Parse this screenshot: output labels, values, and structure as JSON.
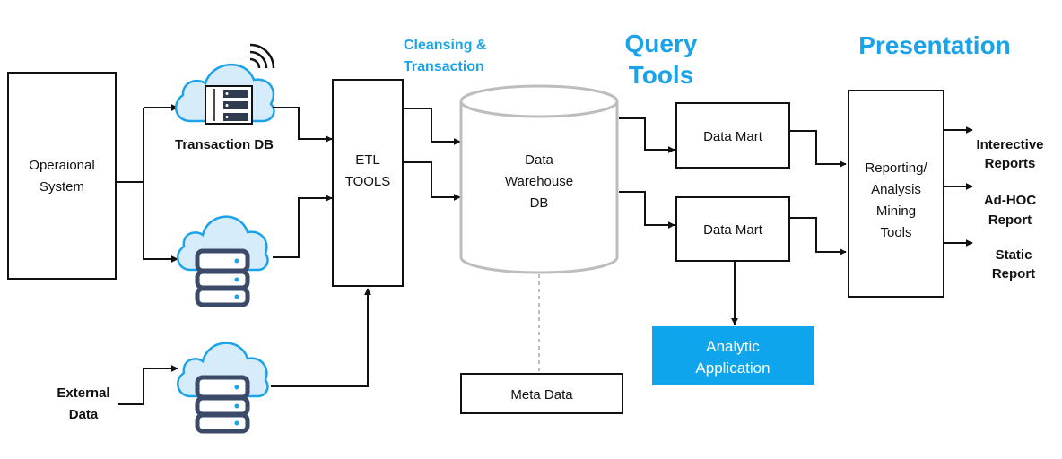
{
  "headers": {
    "cleansing_line1": "Cleansing &",
    "cleansing_line2": "Transaction",
    "query_line1": "Query",
    "query_line2": "Tools",
    "presentation": "Presentation"
  },
  "nodes": {
    "operational_line1": "Operaional",
    "operational_line2": "System",
    "transaction_db": "Transaction DB",
    "external_line1": "External",
    "external_line2": "Data",
    "etl_line1": "ETL",
    "etl_line2": "TOOLS",
    "dw_line1": "Data",
    "dw_line2": "Warehouse",
    "dw_line3": "DB",
    "meta_data": "Meta Data",
    "data_mart_1": "Data Mart",
    "data_mart_2": "Data Mart",
    "analytic_line1": "Analytic",
    "analytic_line2": "Application",
    "reporting_line1": "Reporting/",
    "reporting_line2": "Analysis",
    "reporting_line3": "Mining",
    "reporting_line4": "Tools"
  },
  "outputs": {
    "interactive_line1": "Interective",
    "interactive_line2": "Reports",
    "adhoc_line1": "Ad-HOC",
    "adhoc_line2": "Report",
    "static_line1": "Static",
    "static_line2": "Report"
  },
  "colors": {
    "accent": "#1aa3e8",
    "cloud_fill": "#d7ecfb",
    "cloud_stroke": "#1aa3e8",
    "db_color": "#3a4a68",
    "analytic_fill": "#0ea5ec"
  },
  "icons": [
    "cloud-server-icon",
    "wifi-signal-icon",
    "cloud-database-icon"
  ]
}
